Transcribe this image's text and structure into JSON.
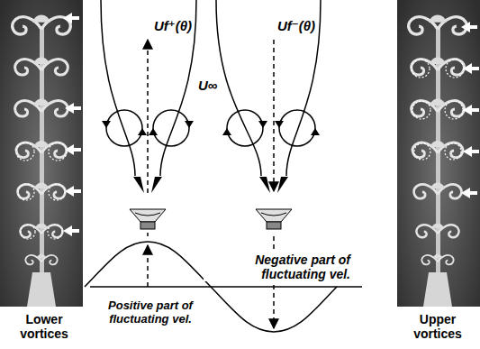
{
  "diagram": {
    "labels": [
      "Lower vortices",
      "Uf⁺(θ)",
      "U∞",
      "Uf⁻(θ)",
      "Upper vortices",
      "Negative part of fluctuating vel.",
      "Positive part of fluctuating vel."
    ]
  }
}
